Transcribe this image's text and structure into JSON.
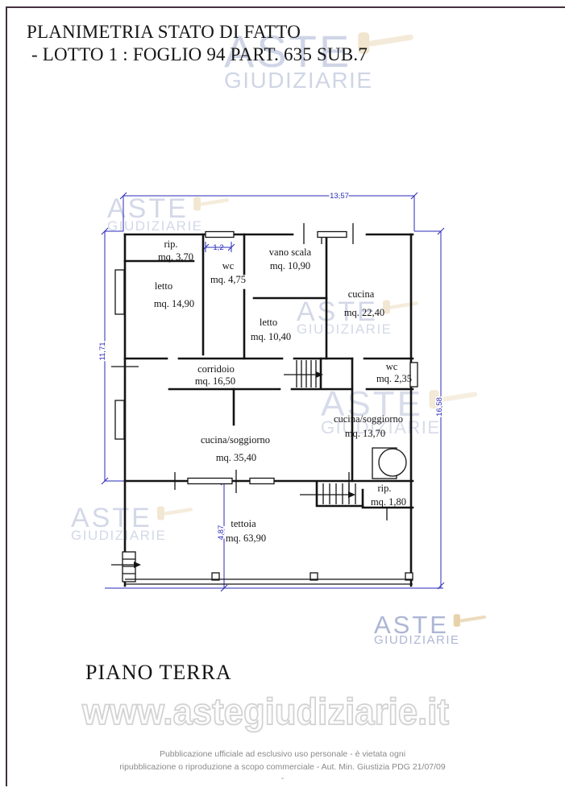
{
  "page": {
    "title_line1": "PLANIMETRIA STATO DI FATTO",
    "title_line2": " - LOTTO 1 : FOGLIO 94 PART. 635 SUB.7",
    "floor_label": "PIANO TERRA",
    "url_watermark": "www.astegiudiziarie.it",
    "footer_line1": "Pubblicazione ufficiale ad esclusivo uso personale - è vietata ogni",
    "footer_line2": "ripubblicazione o riproduzione a scopo commerciale - Aut. Min. Giustizia PDG 21/07/09",
    "footer_line3": "-"
  },
  "logo": {
    "aste": "ASTE",
    "giudiziarie": "GIUDIZIARIE"
  },
  "floor_plan": {
    "rooms": [
      {
        "name": "rip.",
        "area": "mq. 3,70"
      },
      {
        "name": "wc",
        "area": "mq. 4,75"
      },
      {
        "name": "vano scala",
        "area": "mq. 10,90"
      },
      {
        "name": "letto",
        "area": "mq. 14,90"
      },
      {
        "name": "cucina",
        "area": "mq. 22,40"
      },
      {
        "name": "letto",
        "area": "mq. 10,40"
      },
      {
        "name": "corridoio",
        "area": "mq. 16,50"
      },
      {
        "name": "wc",
        "area": "mq. 2,35"
      },
      {
        "name": "cucina/soggiorno",
        "area": "mq. 13,70"
      },
      {
        "name": "cucina/soggiorno",
        "area": "mq. 35,40"
      },
      {
        "name": "rip.",
        "area": "mq. 1,80"
      },
      {
        "name": "tettoia",
        "area": "mq. 63,90"
      }
    ],
    "dimensions": {
      "width_top": "13,57",
      "height_left": "11,71",
      "height_right": "16,58",
      "height_tettoia": "4,87",
      "width_wc_window": "1,2"
    },
    "colors": {
      "walls": "#141414",
      "dimension_lines": "#2a2ab8"
    }
  }
}
